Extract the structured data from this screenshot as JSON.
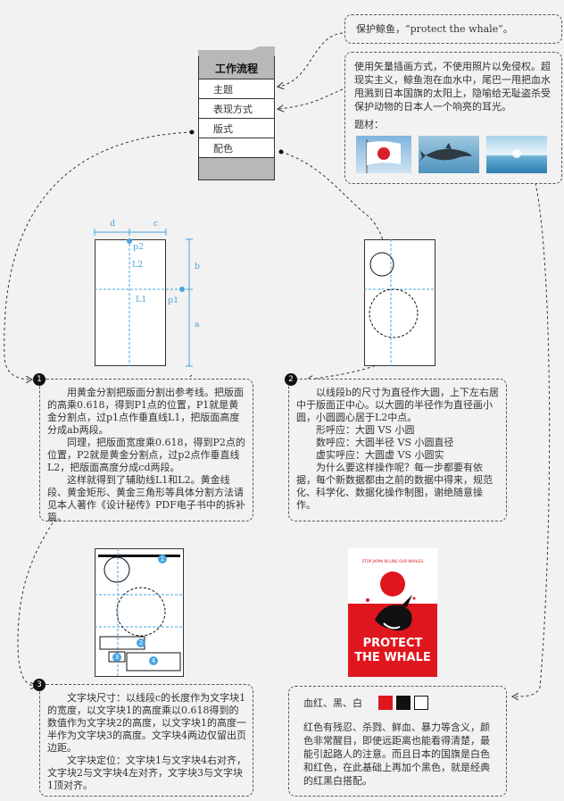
{
  "workflow": {
    "title": "工作流程",
    "items": [
      "主题",
      "表现方式",
      "版式",
      "配色"
    ]
  },
  "theme_note": "保护鲸鱼，“protect the whale”。",
  "style_note": {
    "text": "使用矢量插画方式，不使用照片以免侵权。超现实主义，鲸鱼泡在血水中，尾巴一甩把血水甩溅到日本国旗的太阳上，隐喻给无耻盗杀受保护动物的日本人一个响亮的耳光。",
    "material_label": "题材："
  },
  "diagram1": {
    "labels": {
      "d": "d",
      "c": "c",
      "b": "b",
      "a": "a",
      "p2": "p2",
      "l2": "L2",
      "l1": "L1",
      "p1": "p1"
    }
  },
  "step1": {
    "number": "1",
    "paragraphs": [
      "用黄金分割把版面分割出参考线。把版面的高乘0.618，得到P1点的位置，P1就是黄金分割点，过p1点作垂直线L1，把版面高度分成ab两段。",
      "同理，把版面宽度乘0.618，得到P2点的位置，P2就是黄金分割点，过p2点作垂直线L2，把版面高度分成cd两段。",
      "这样就得到了辅助线L1和L2。黄金线段、黄金矩形、黄金三角形等具体分割方法请见本人著作《设计秘传》PDF电子书中的拆补篇。"
    ]
  },
  "step2": {
    "number": "2",
    "lines": [
      "以线段b的尺寸为直径作大圆，上下左右居中于版面正中心。以大圆的半径作为直径画小圆，小圆圆心居于L2中点。",
      "形呼应：大圆 VS 小圆",
      "数呼应：大圆半径 VS 小圆直径",
      "虚实呼应：大圆虚 VS 小圆实",
      "为什么要这样操作呢？每一步都要有依据，每个新数据都由之前的数据中得来，规范化、科学化、数据化操作制图，谢绝随意操作。"
    ]
  },
  "step3": {
    "number": "3",
    "paragraphs": [
      "文字块尺寸：以线段c的长度作为文字块1的宽度，以文字块1的高度乘以0.618得到的数值作为文字块2的高度，以文字块1的高度一半作为文字块3的高度。文字块4两边仅留出页边距。",
      "文字块定位：文字块1与文字块4右对齐，文字块2与文字块4左对齐，文字块3与文字块1顶对齐。"
    ],
    "block_numbers": [
      "1",
      "2",
      "3",
      "4"
    ]
  },
  "poster": {
    "small_text": "STOP JAPAN KILLING OUR WHALES",
    "title_line1": "PROTECT",
    "title_line2": "THE WHALE"
  },
  "colors": {
    "label": "血红、黑、白",
    "swatches": [
      "#e0161e",
      "#111111",
      "#ffffff"
    ],
    "text": "红色有残忍、杀戮、鲜血、暴力等含义，颜色非常醒目，即使远距离也能看得清楚，最能引起路人的注意。而且日本的国旗是白色和红色，在此基础上再加个黑色，就是经典的红黑白搭配。"
  },
  "accent_blue": "#4aa3df"
}
